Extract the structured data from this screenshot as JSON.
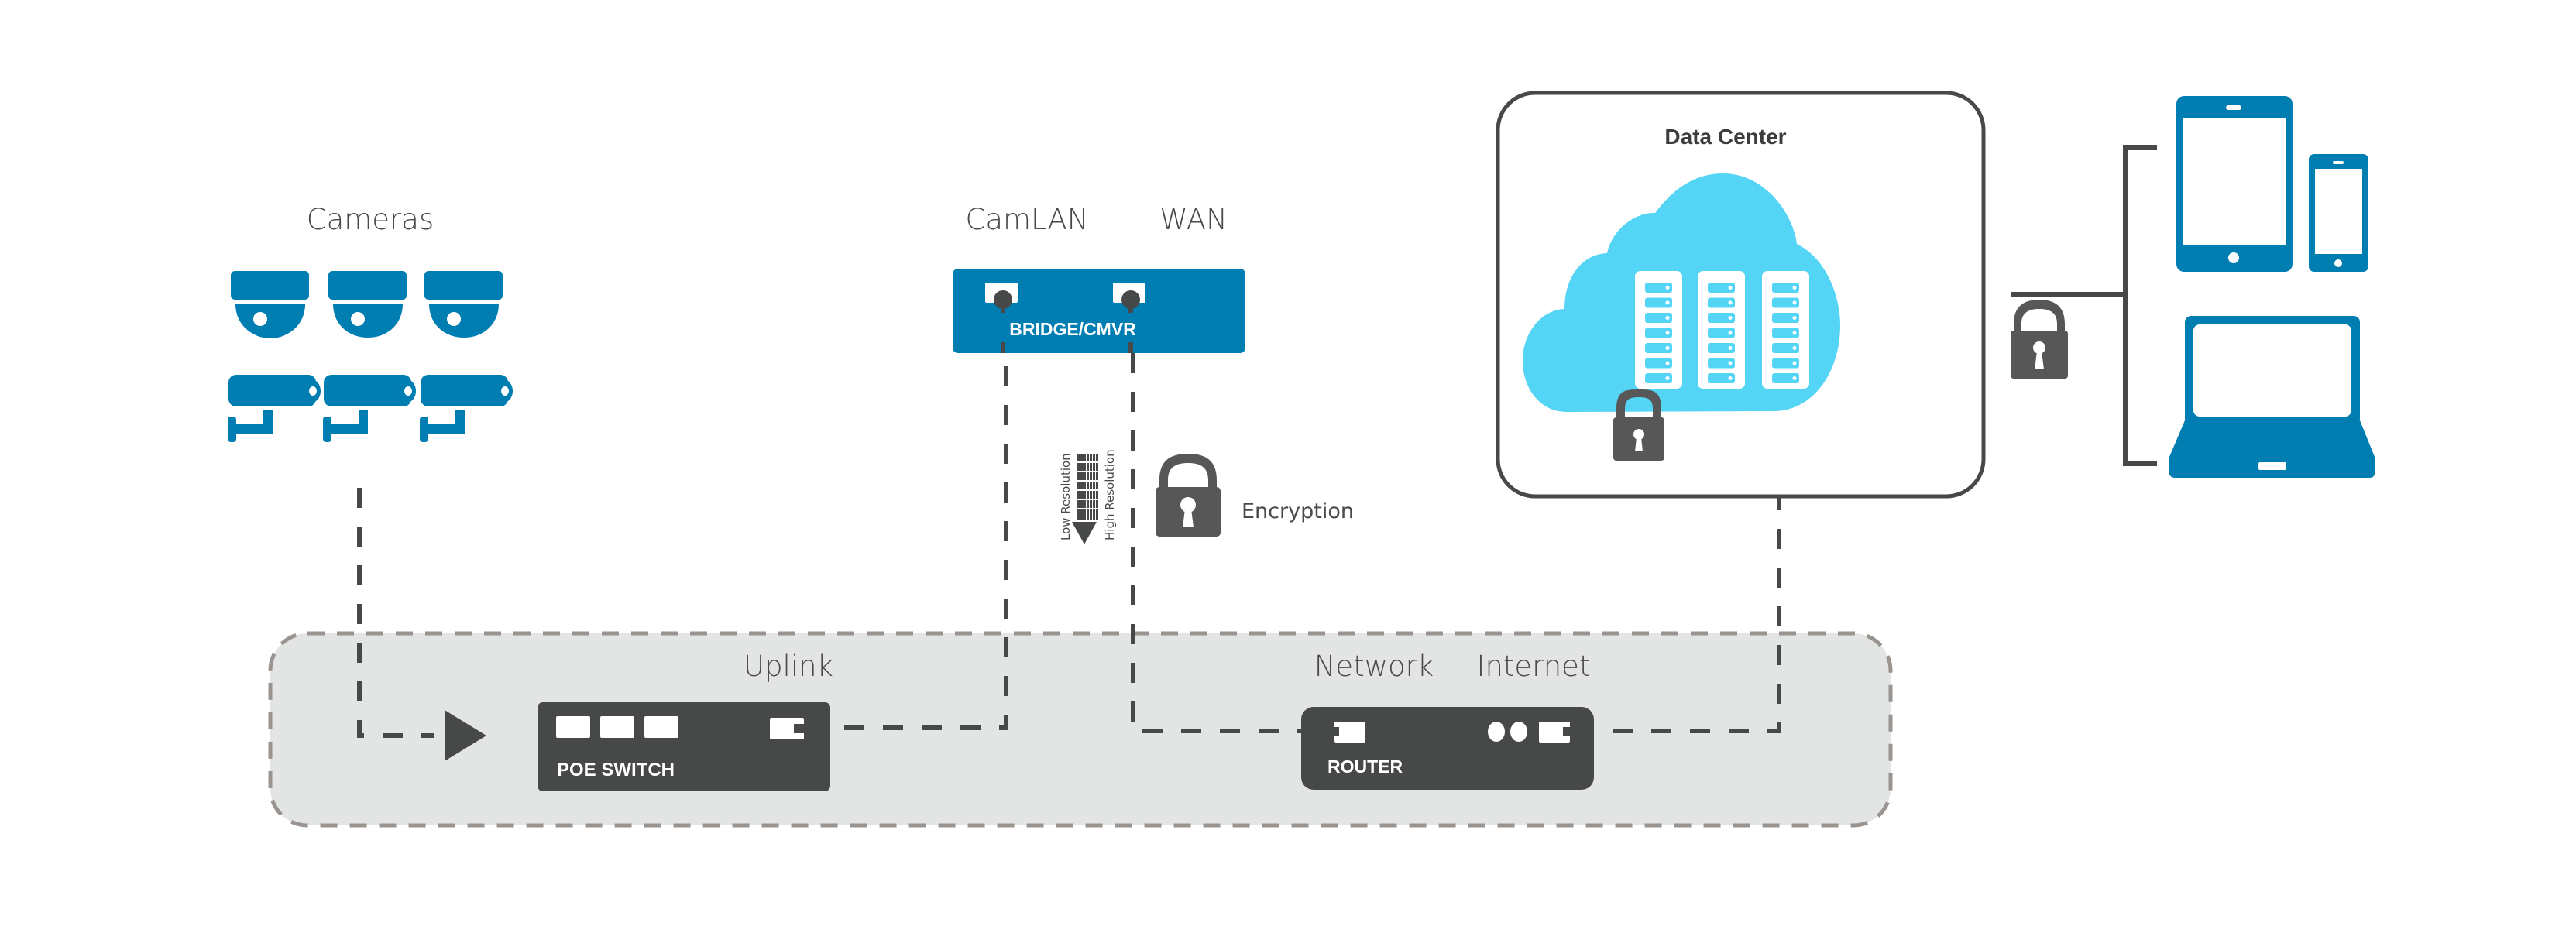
{
  "colors": {
    "device_blue": "#007db1",
    "cloud_cyan": "#55d5f5",
    "dark_gray": "#474848",
    "lock_gray": "#575757",
    "band_gray": "#e3e4e4",
    "band_border": "#9a9490",
    "text_gray": "#4a4a4a"
  },
  "cameras": {
    "label": "Cameras",
    "dome_count": 3,
    "bullet_count": 3
  },
  "bridge": {
    "device_label": "BRIDGE/CMVR",
    "port_labels": [
      "CamLAN",
      "WAN"
    ]
  },
  "resolution_indicator": {
    "low_label": "Low Resolution",
    "high_label": "High Resolution"
  },
  "encryption": {
    "label": "Encryption"
  },
  "data_center": {
    "title": "Data Center",
    "server_count": 3,
    "units_per_server": 7
  },
  "local_network": {
    "poe_switch": {
      "label": "POE SWITCH",
      "port_caption": "Uplink"
    },
    "router": {
      "label": "ROUTER",
      "port_captions": [
        "Network",
        "Internet"
      ]
    }
  },
  "clients": {
    "devices": [
      "tablet",
      "phone",
      "laptop"
    ]
  }
}
